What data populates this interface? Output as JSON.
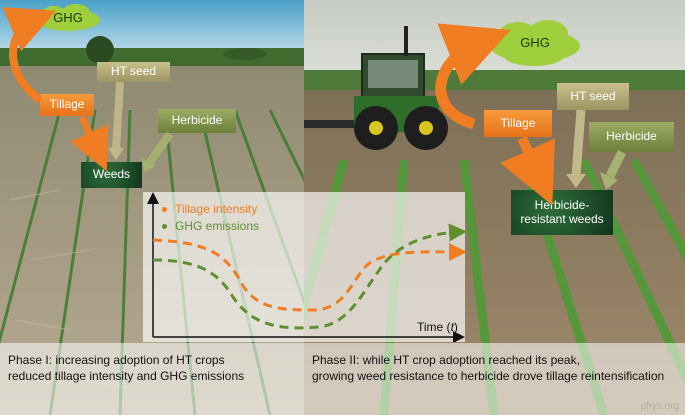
{
  "phase1": {
    "ghg": "GHG",
    "tillage": "Tillage",
    "ht_seed": "HT seed",
    "herbicide": "Herbicide",
    "weeds": "Weeds",
    "caption_line1": "Phase I: increasing adoption of HT crops",
    "caption_line2": "reduced tillage intensity and GHG emissions"
  },
  "phase2": {
    "ghg": "GHG",
    "tillage": "Tillage",
    "ht_seed": "HT seed",
    "herbicide": "Herbicide",
    "weeds_line1": "Herbicide-",
    "weeds_line2": "resistant weeds",
    "caption_line1": "Phase II: while HT crop adoption reached its peak,",
    "caption_line2": "growing weed resistance to herbicide drove tillage reintensification"
  },
  "chart": {
    "x_axis_label": "Time (",
    "x_axis_symbol": "t",
    "x_axis_close": ")",
    "legend": [
      {
        "label": "Tillage intensity",
        "color": "#f07d22"
      },
      {
        "label": "GHG emissions",
        "color": "#5f8f2e"
      }
    ]
  },
  "colors": {
    "tillage_orange": "#f07d22",
    "ghg_green": "#5f8f2e",
    "weeds_dark": "#1b4d27"
  },
  "watermark": "phys.org"
}
